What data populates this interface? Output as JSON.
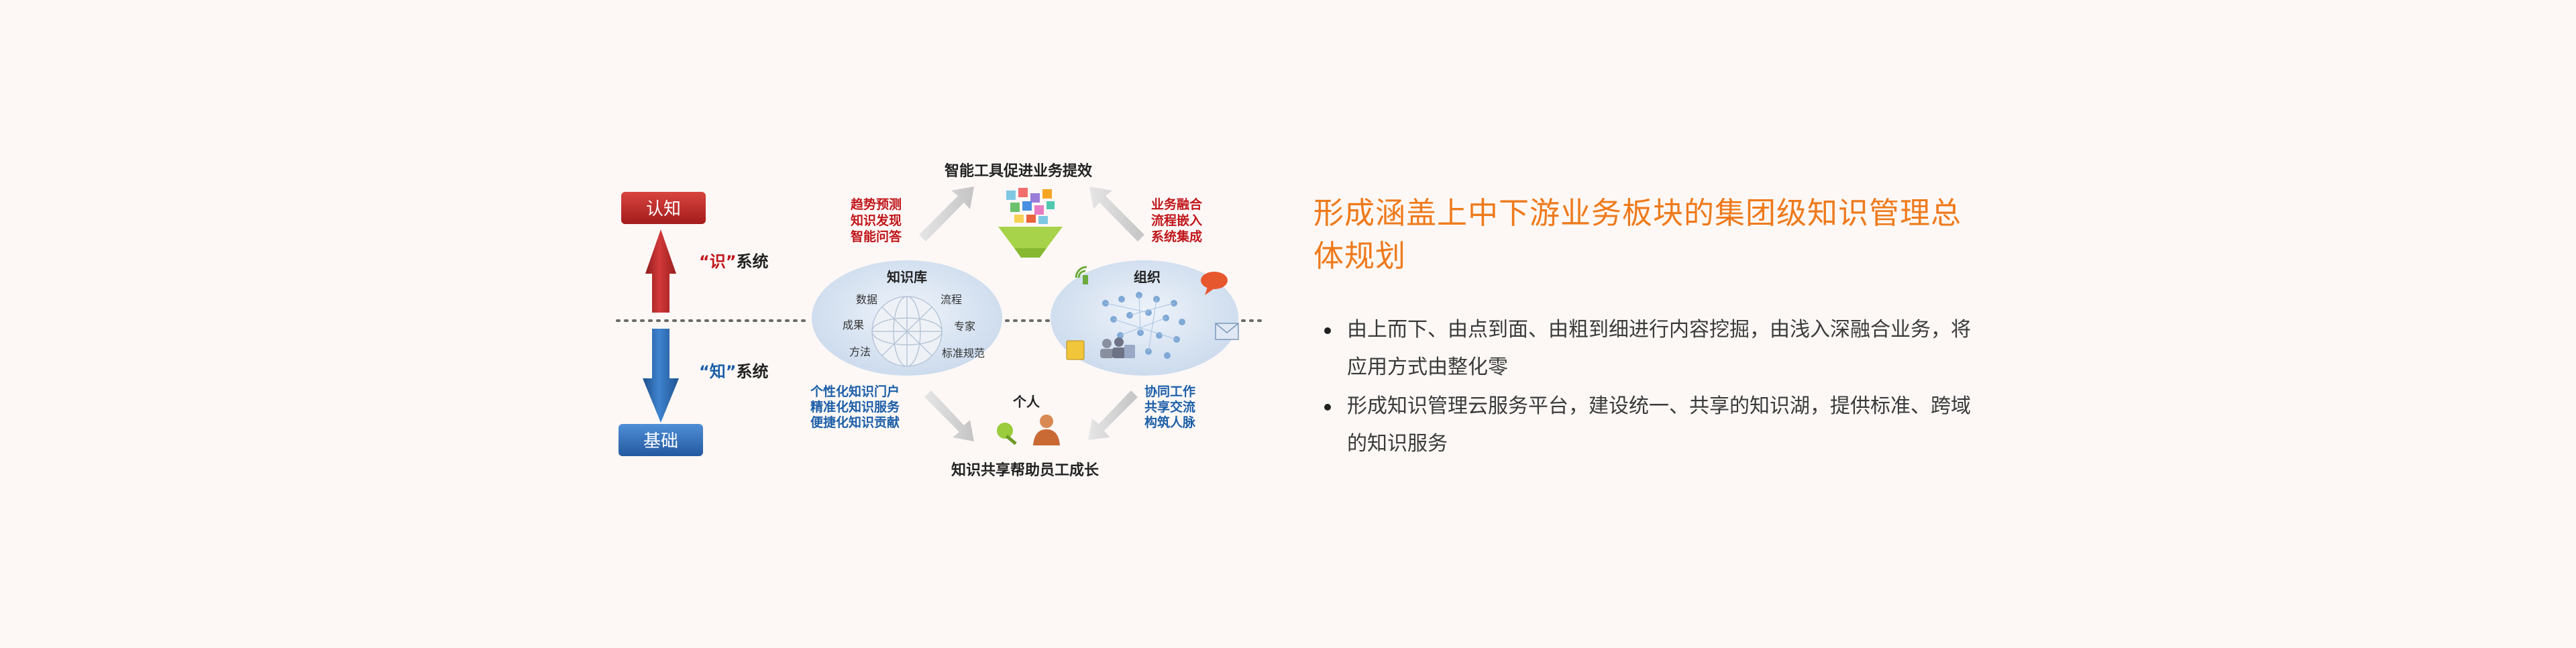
{
  "diagram": {
    "top_title": "智能工具促进业务提效",
    "bottom_title": "知识共享帮助员工成长",
    "top_left_labels": [
      "趋势预测",
      "知识发现",
      "智能问答"
    ],
    "top_right_labels": [
      "业务融合",
      "流程嵌入",
      "系统集成"
    ],
    "bottom_left_labels": [
      "个性化知识门户",
      "精准化知识服务",
      "便捷化知识贡献"
    ],
    "bottom_right_labels": [
      "协同工作",
      "共享交流",
      "构筑人脉"
    ],
    "knowledge_base": {
      "title": "知识库",
      "items": [
        "数据",
        "流程",
        "成果",
        "专家",
        "方法",
        "标准规范"
      ]
    },
    "organization": {
      "title": "组织"
    },
    "individual": {
      "title": "个人"
    },
    "axis": {
      "top_button": "认知",
      "bottom_button": "基础",
      "upper_system": {
        "quote": "“识”",
        "suffix": "系统"
      },
      "lower_system": {
        "quote": "“知”",
        "suffix": "系统"
      }
    },
    "colors": {
      "red_label": "#c0161b",
      "blue_label": "#1c5ea8",
      "arrow_red": "#c42a2a",
      "arrow_blue": "#2e6db4",
      "accent_orange": "#ee7a1c"
    }
  },
  "panel": {
    "headline": "形成涵盖上中下游业务板块的集团级知识管理总体规划",
    "bullets": [
      "由上而下、由点到面、由粗到细进行内容挖掘，由浅入深融合业务，将应用方式由整化零",
      "形成知识管理云服务平台，建设统一、共享的知识湖，提供标准、跨域的知识服务"
    ]
  }
}
